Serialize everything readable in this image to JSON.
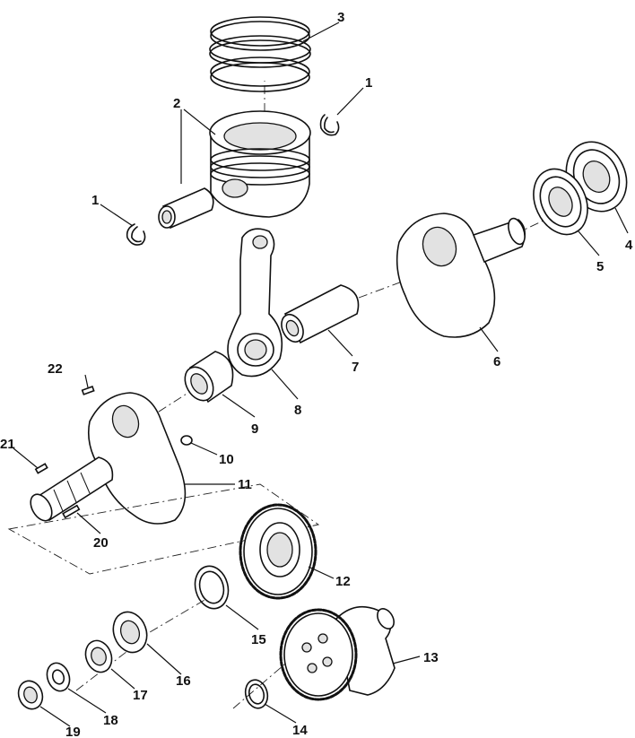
{
  "diagram": {
    "callouts": [
      {
        "id": "c1a",
        "label": "1"
      },
      {
        "id": "c1b",
        "label": "1"
      },
      {
        "id": "c2",
        "label": "2"
      },
      {
        "id": "c3",
        "label": "3"
      },
      {
        "id": "c4",
        "label": "4"
      },
      {
        "id": "c5",
        "label": "5"
      },
      {
        "id": "c6",
        "label": "6"
      },
      {
        "id": "c7",
        "label": "7"
      },
      {
        "id": "c8",
        "label": "8"
      },
      {
        "id": "c9",
        "label": "9"
      },
      {
        "id": "c10",
        "label": "10"
      },
      {
        "id": "c11",
        "label": "11"
      },
      {
        "id": "c12",
        "label": "12"
      },
      {
        "id": "c13",
        "label": "13"
      },
      {
        "id": "c14",
        "label": "14"
      },
      {
        "id": "c15",
        "label": "15"
      },
      {
        "id": "c16",
        "label": "16"
      },
      {
        "id": "c17",
        "label": "17"
      },
      {
        "id": "c18",
        "label": "18"
      },
      {
        "id": "c19",
        "label": "19"
      },
      {
        "id": "c20",
        "label": "20"
      },
      {
        "id": "c21",
        "label": "21"
      },
      {
        "id": "c22",
        "label": "22"
      }
    ]
  }
}
